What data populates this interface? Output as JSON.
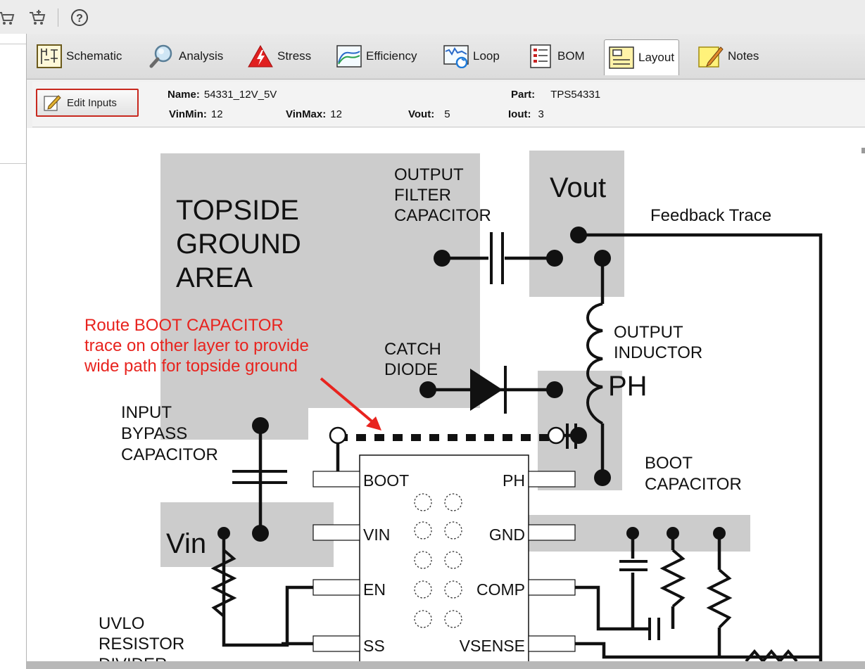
{
  "toolbar": {
    "icons": [
      "cart-remove-icon",
      "cart-add-icon",
      "help-icon"
    ],
    "help_glyph": "?"
  },
  "tabs": [
    {
      "label": "Schematic",
      "icon": "schematic-icon",
      "active": false
    },
    {
      "label": "Analysis",
      "icon": "magnifier-icon",
      "active": false
    },
    {
      "label": "Stress",
      "icon": "stress-warning-icon",
      "active": false
    },
    {
      "label": "Efficiency",
      "icon": "efficiency-chart-icon",
      "active": false
    },
    {
      "label": "Loop",
      "icon": "loop-chart-icon",
      "active": false
    },
    {
      "label": "BOM",
      "icon": "bom-list-icon",
      "active": false
    },
    {
      "label": "Layout",
      "icon": "layout-icon",
      "active": true
    },
    {
      "label": "Notes",
      "icon": "notes-icon",
      "active": false
    }
  ],
  "info": {
    "edit_inputs_label": "Edit Inputs",
    "name_label": "Name:",
    "name_value": "54331_12V_5V",
    "part_label": "Part:",
    "part_value": "TPS54331",
    "vinmin_label": "VinMin:",
    "vinmin_value": "12",
    "vinmax_label": "VinMax:",
    "vinmax_value": "12",
    "vout_label": "Vout:",
    "vout_value": "5",
    "iout_label": "Iout:",
    "iout_value": "3"
  },
  "layout": {
    "topside_ground_lines": [
      "TOPSIDE",
      "GROUND",
      "AREA"
    ],
    "output_filter_lines": [
      "OUTPUT",
      "FILTER",
      "CAPACITOR"
    ],
    "vout_label": "Vout",
    "feedback_label": "Feedback Trace",
    "output_inductor_lines": [
      "OUTPUT",
      "INDUCTOR"
    ],
    "ph_net_label": "PH",
    "catch_diode_lines": [
      "CATCH",
      "DIODE"
    ],
    "note_lines": [
      "Route BOOT CAPACITOR",
      "trace  on other layer to provide",
      "wide path for topside ground"
    ],
    "input_bypass_lines": [
      "INPUT",
      "BYPASS",
      "CAPACITOR"
    ],
    "boot_cap_lines": [
      "BOOT",
      "CAPACITOR"
    ],
    "vin_label": "Vin",
    "uvlo_lines": [
      "UVLO",
      "RESISTOR",
      "DIVIDER"
    ],
    "pins": {
      "boot": "BOOT",
      "vin": "VIN",
      "en": "EN",
      "ss": "SS",
      "ph": "PH",
      "gnd": "GND",
      "comp": "COMP",
      "vsense": "VSENSE"
    },
    "colors": {
      "ground": "#cccccc",
      "note": "#e8231e",
      "ink": "#111111"
    }
  }
}
